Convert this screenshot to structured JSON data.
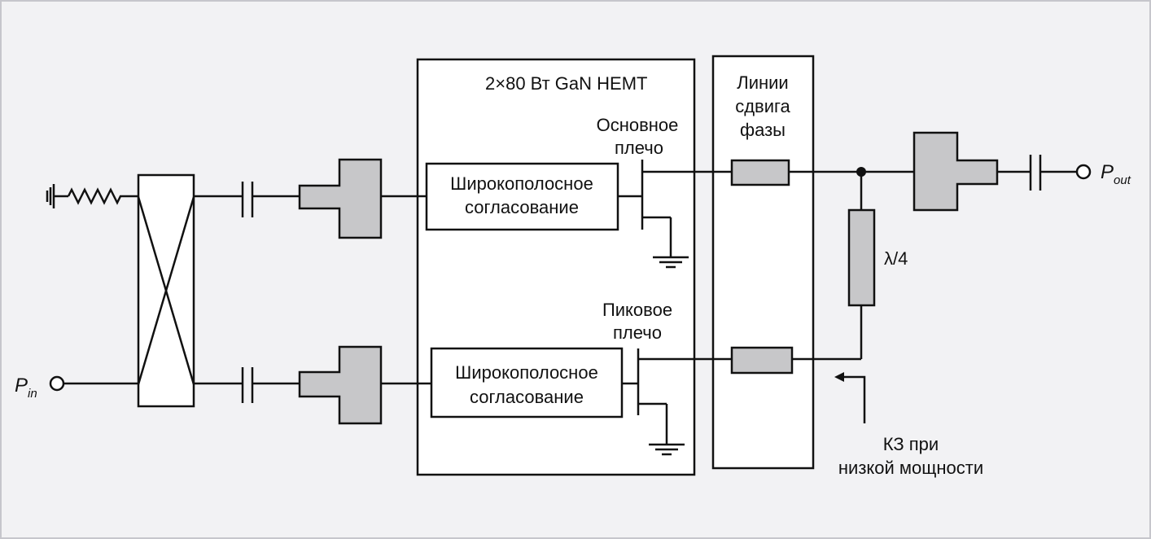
{
  "hemt_block": {
    "title": "2×80 Вт GaN HEMT"
  },
  "phase_block": {
    "line1": "Линии",
    "line2": "сдвига",
    "line3": "фазы"
  },
  "main_arm": {
    "line1": "Основное",
    "line2": "плечо",
    "match_line1": "Широкополосное",
    "match_line2": "согласование"
  },
  "peak_arm": {
    "line1": "Пиковое",
    "line2": "плечо",
    "match_line1": "Широкополосное",
    "match_line2": "согласование"
  },
  "quarter_wave": {
    "label": "λ/4"
  },
  "short_note": {
    "line1": "КЗ при",
    "line2": "низкой мощности"
  },
  "ports": {
    "input_main": "P",
    "input_sub": "in",
    "output_main": "P",
    "output_sub": "out"
  },
  "colors": {
    "background": "#f2f2f4",
    "component_fill": "#c7c7c9",
    "line": "#111111"
  }
}
